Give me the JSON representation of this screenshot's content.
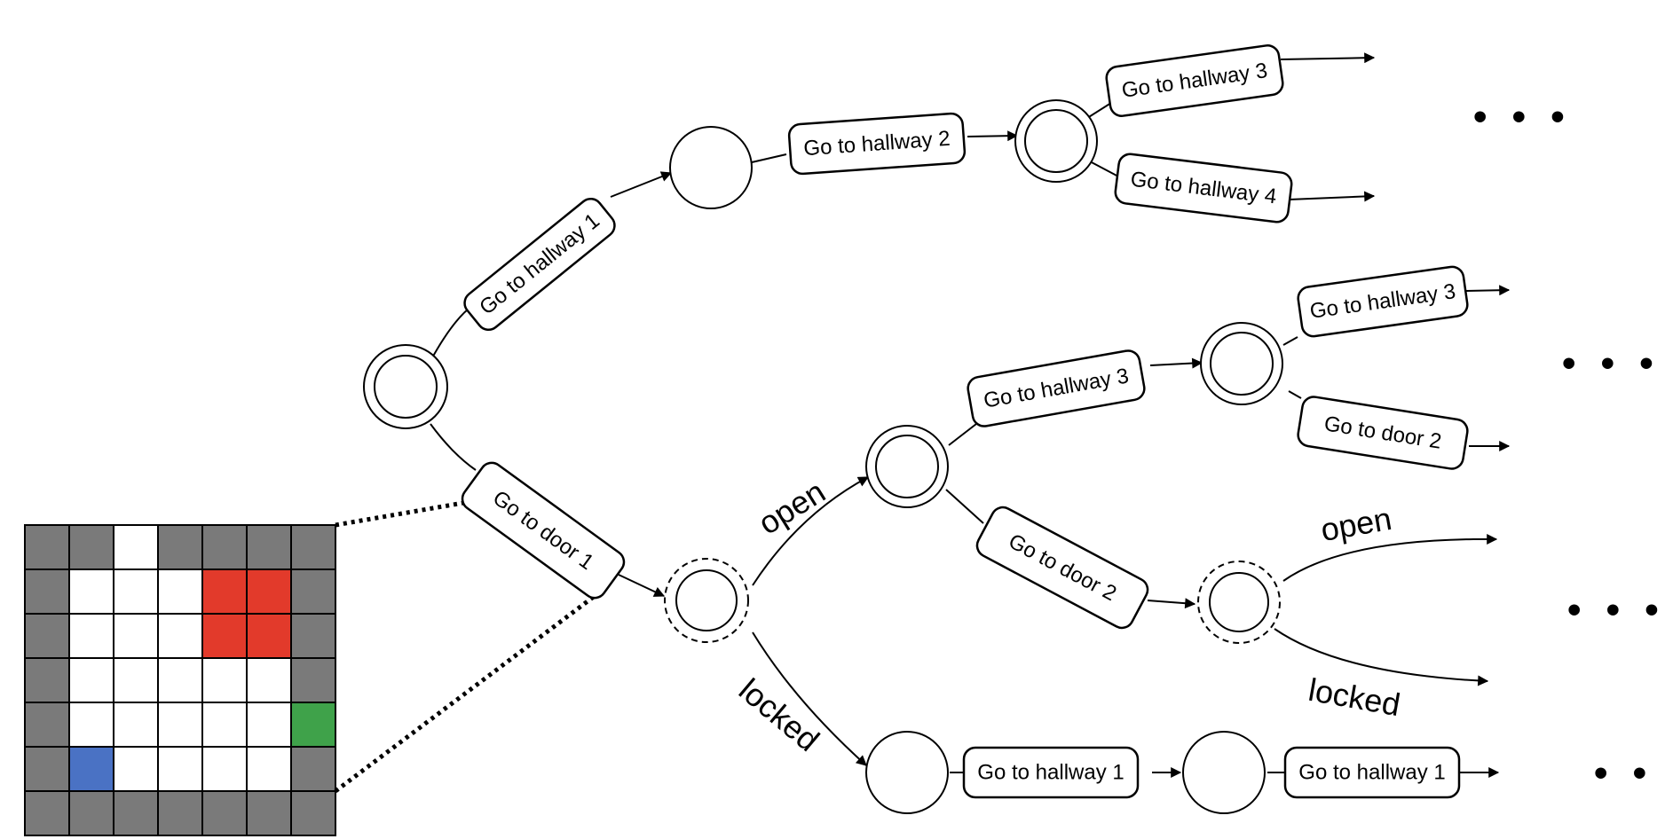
{
  "actions": {
    "b1": "Go to hallway 1",
    "b2": "Go to hallway 2",
    "b3": "Go to hallway 3",
    "b4": "Go to hallway 4",
    "b5": "Go to door 1",
    "b6": "Go to hallway 3",
    "b7": "Go to hallway 3",
    "b8": "Go to door 2",
    "b9": "Go to door 2",
    "b10": "Go to hallway 1",
    "b11": "Go to hallway 1"
  },
  "outcomes": {
    "o1": "open",
    "o2": "locked",
    "o3": "open",
    "o4": "locked"
  },
  "ellipsis": [
    "• • •",
    "• • •",
    "• • •",
    "• • •"
  ],
  "grid": {
    "colors": {
      "wall": "#7a7a7a",
      "floor": "#ffffff",
      "goal_red": "#e23a2b",
      "door_green": "#3fa24a",
      "agent_blue": "#4a72c4"
    },
    "rows": [
      "WWFWWWW",
      "WFFFRRW",
      "WFFFRRW",
      "WFFFFFW",
      "WFFFFFG",
      "WBFFFFW",
      "WWWWWWW"
    ]
  }
}
